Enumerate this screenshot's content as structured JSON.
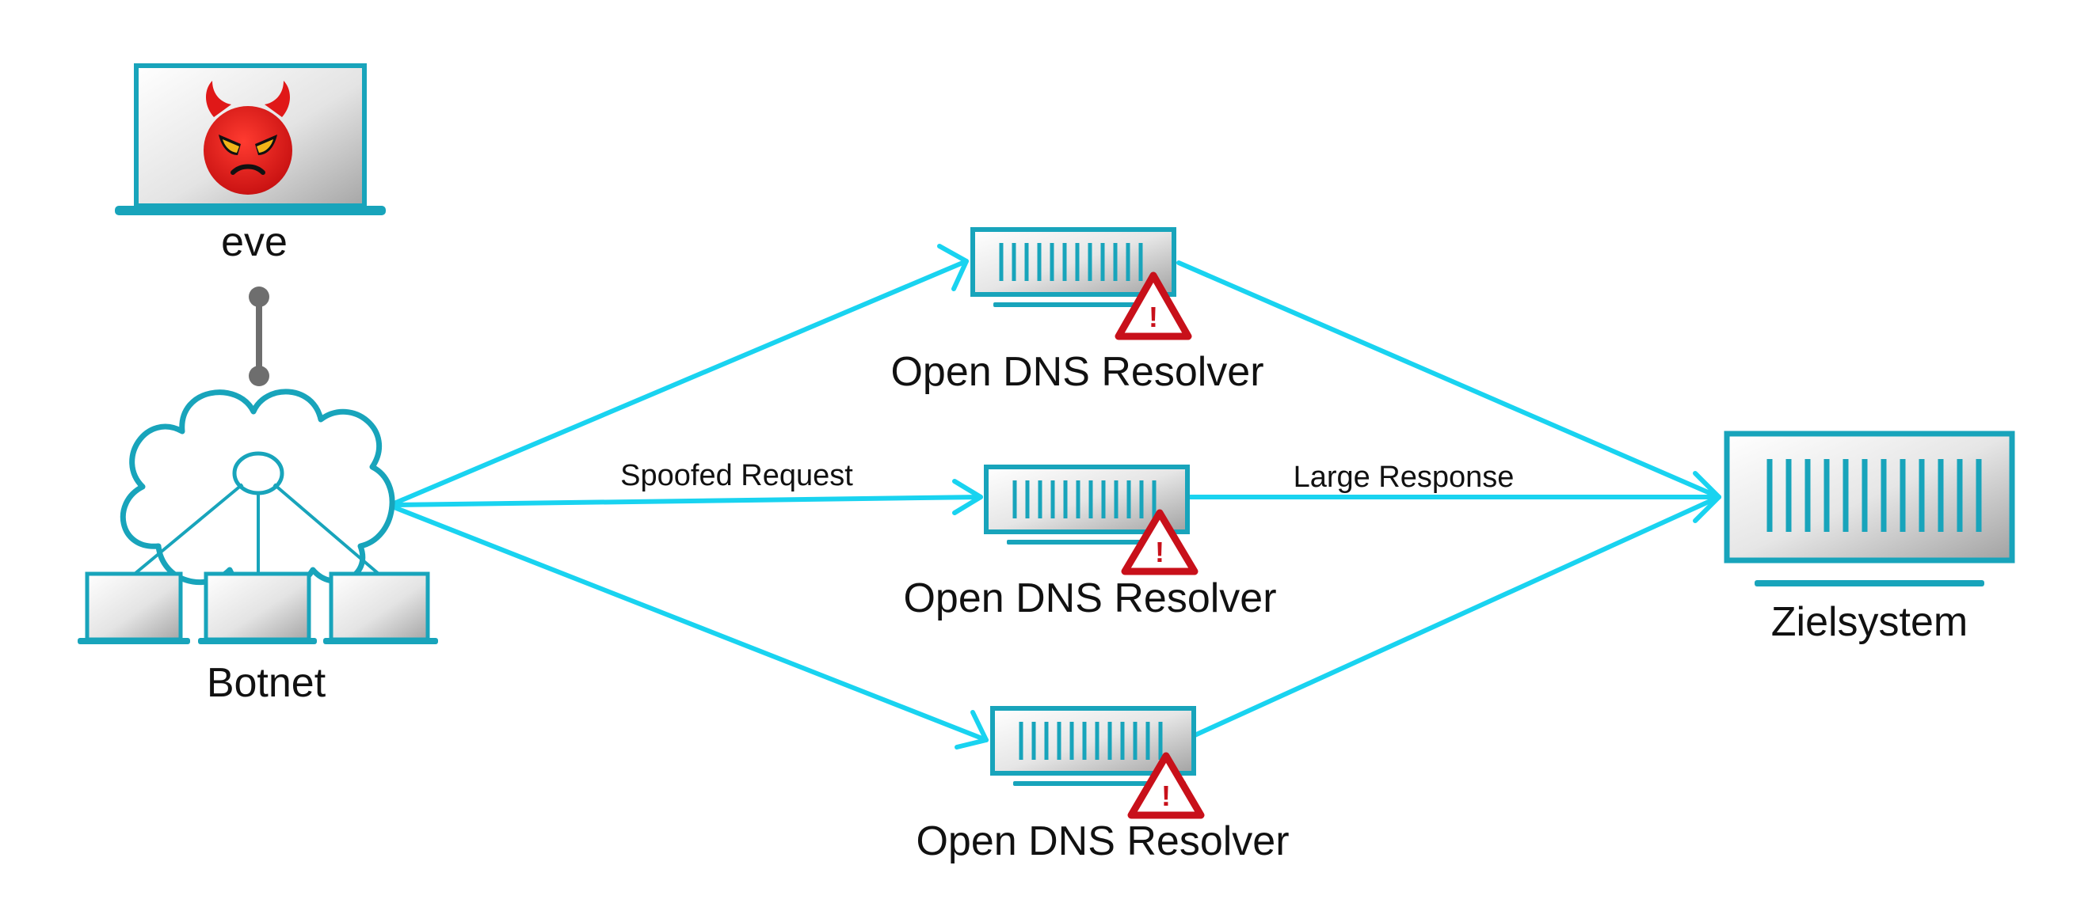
{
  "nodes": {
    "eve": {
      "label": "eve",
      "icon": "devil-face-icon"
    },
    "botnet": {
      "label": "Botnet",
      "icon": "cloud-network-icon"
    },
    "resolver_top": {
      "label": "Open DNS Resolver",
      "icon": "server-icon",
      "badge": "warning-triangle-icon",
      "badge_text": "!"
    },
    "resolver_middle": {
      "label": "Open DNS Resolver",
      "icon": "server-icon",
      "badge": "warning-triangle-icon",
      "badge_text": "!"
    },
    "resolver_bottom": {
      "label": "Open DNS Resolver",
      "icon": "server-icon",
      "badge": "warning-triangle-icon",
      "badge_text": "!"
    },
    "target": {
      "label": "Zielsystem",
      "icon": "server-icon"
    }
  },
  "edges": {
    "request_label": "Spoofed Request",
    "response_label": "Large Response"
  },
  "colors": {
    "arrow": "#19d3f0",
    "device_frame": "#18a4bb",
    "warning": "#c8101a",
    "connector": "#6e6e6e",
    "devil": "#e01818"
  }
}
